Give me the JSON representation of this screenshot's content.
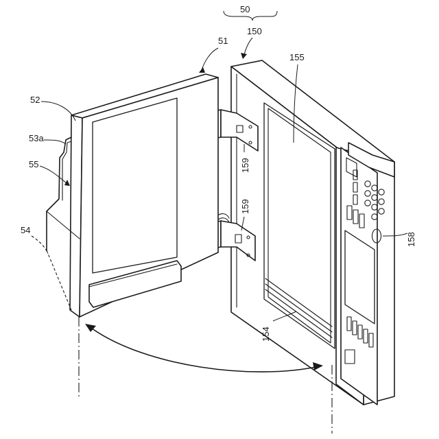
{
  "labels": {
    "l50": "50",
    "l51": "51",
    "l150": "150",
    "l52": "52",
    "l155": "155",
    "l53a": "53a",
    "l55": "55",
    "l159a": "159",
    "l159b": "159",
    "l54": "54",
    "l158": "158",
    "l154": "154"
  }
}
